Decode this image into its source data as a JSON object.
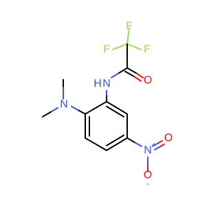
{
  "molecule": {
    "atoms": {
      "F_top": "F",
      "F_left": "F",
      "F_right": "F",
      "NH": "N",
      "H_of_NH": "H",
      "O_carbonyl": "O",
      "N_dimethylamino": "N",
      "N_nitro": "N",
      "nitro_plus": "+",
      "O_nitro_right": "O",
      "O_nitro_bottom": "O",
      "nitro_minus": "-"
    },
    "colors": {
      "carbon_bond": "#000000",
      "nitrogen": "#3050F8",
      "oxygen": "#FF0D0D",
      "fluorine": "#90E050"
    }
  }
}
